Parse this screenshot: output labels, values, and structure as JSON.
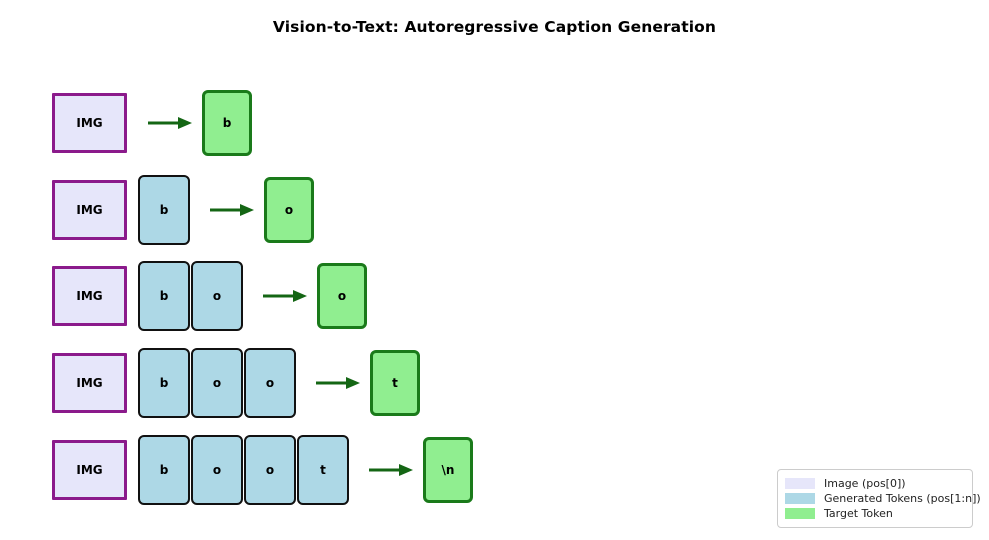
{
  "figure": {
    "title": "Vision-to-Text: Autoregressive Caption Generation",
    "image_label": "IMG",
    "colors": {
      "image_fill": "#e6e6fa",
      "image_border": "#8b1a8b",
      "token_fill": "#add8e6",
      "token_border": "#111111",
      "target_fill": "#90ee90",
      "target_border": "#1a7a1a",
      "arrow": "#146614",
      "legend_border": "#cccccc",
      "background": "#ffffff"
    }
  },
  "rows": [
    {
      "image": "IMG",
      "context_tokens": [],
      "target": "b",
      "arrow_icon": "right-arrow-icon"
    },
    {
      "image": "IMG",
      "context_tokens": [
        "b"
      ],
      "target": "o",
      "arrow_icon": "right-arrow-icon"
    },
    {
      "image": "IMG",
      "context_tokens": [
        "b",
        "o"
      ],
      "target": "o",
      "arrow_icon": "right-arrow-icon"
    },
    {
      "image": "IMG",
      "context_tokens": [
        "b",
        "o",
        "o"
      ],
      "target": "t",
      "arrow_icon": "right-arrow-icon"
    },
    {
      "image": "IMG",
      "context_tokens": [
        "b",
        "o",
        "o",
        "t"
      ],
      "target": "\\n",
      "arrow_icon": "right-arrow-icon"
    }
  ],
  "legend": {
    "items": [
      {
        "label": "Image (pos[0])",
        "swatch": "image"
      },
      {
        "label": "Generated Tokens (pos[1:n])",
        "swatch": "tokens"
      },
      {
        "label": "Target Token",
        "swatch": "target"
      }
    ]
  }
}
